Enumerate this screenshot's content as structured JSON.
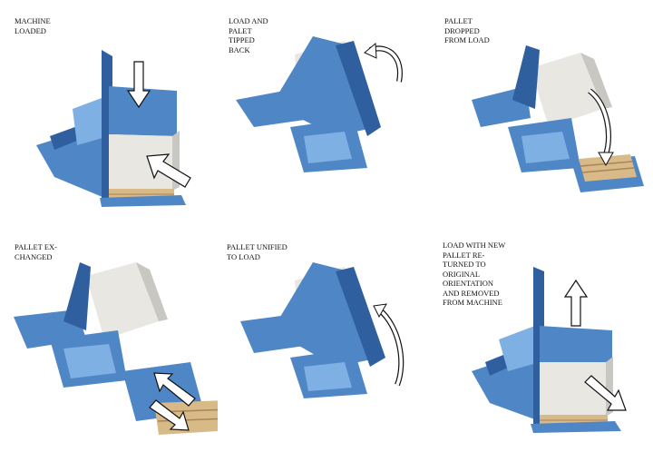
{
  "colors": {
    "machine_blue": "#4f86c6",
    "machine_blue_dark": "#2f5f9e",
    "machine_blue_light": "#7fb0e3",
    "load_face": "#e9e7e2",
    "load_side": "#c9c7c2",
    "pallet_wood": "#d8b988",
    "pallet_dark": "#a98456",
    "arrow_fill": "#ffffff",
    "arrow_stroke": "#111111"
  },
  "steps": [
    {
      "caption": "MACHINE\nLOADED",
      "icons": [
        "down-arrow-icon",
        "push-arrow-icon"
      ]
    },
    {
      "caption": "LOAD AND\nPALET\nTIPPED\nBACK",
      "icons": [
        "rotate-arrow-icon"
      ]
    },
    {
      "caption": "PALLET\nDROPPED\nFROM LOAD",
      "icons": [
        "curved-down-arrow-icon"
      ]
    },
    {
      "caption": "PALLET EX-\nCHANGED",
      "icons": [
        "double-arrow-icon"
      ]
    },
    {
      "caption": "PALLET UNIFIED\nTO LOAD",
      "icons": [
        "curved-up-arrow-icon"
      ]
    },
    {
      "caption": "LOAD WITH NEW\nPALLET RE-\nTURNED TO\nORIGINAL\nORIENTATION\nAND REMOVED\nFROM MACHINE",
      "icons": [
        "up-arrow-icon",
        "exit-arrow-icon"
      ]
    }
  ]
}
